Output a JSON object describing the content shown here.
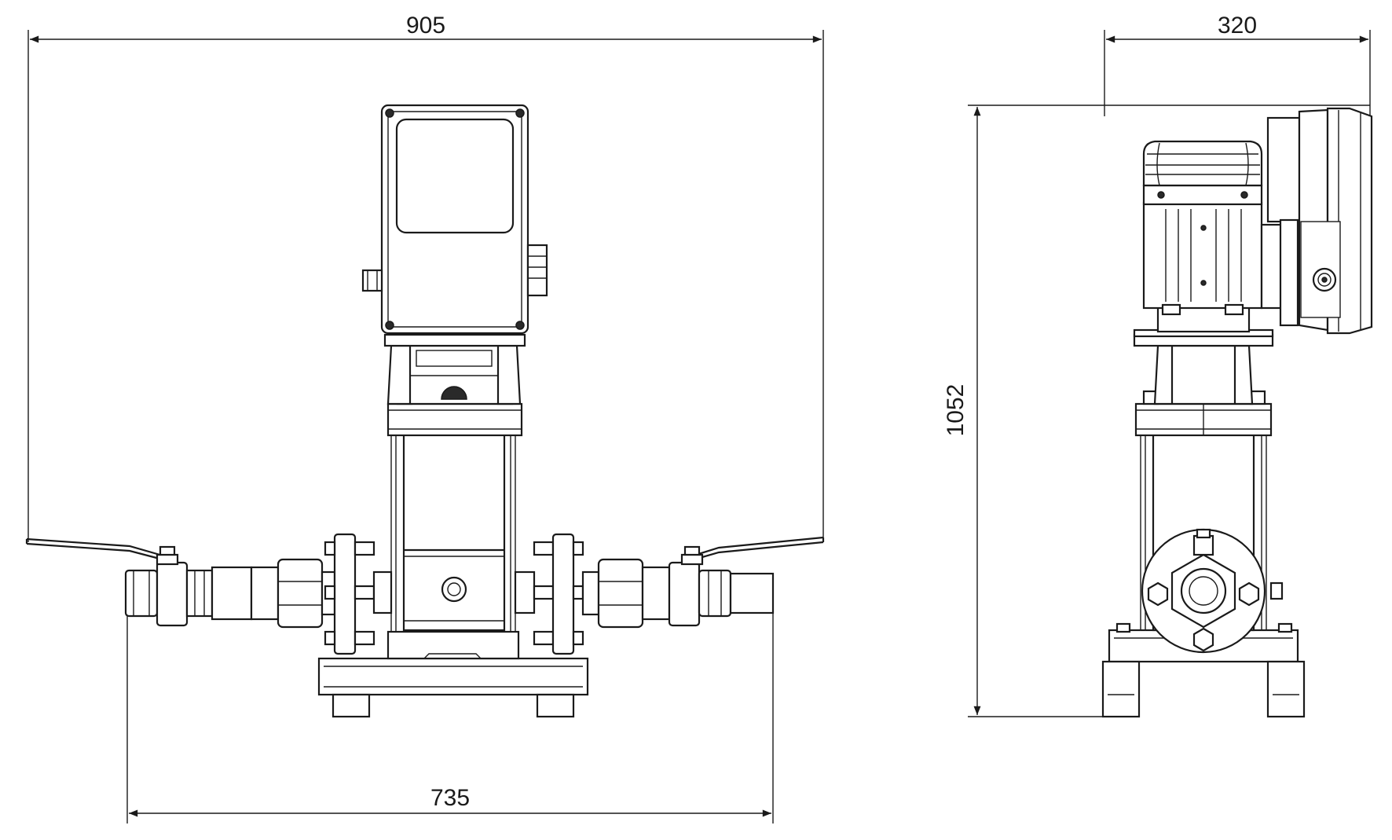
{
  "dimensions": {
    "overall_width": "905",
    "pipe_width": "735",
    "side_depth": "320",
    "overall_height": "1052"
  }
}
